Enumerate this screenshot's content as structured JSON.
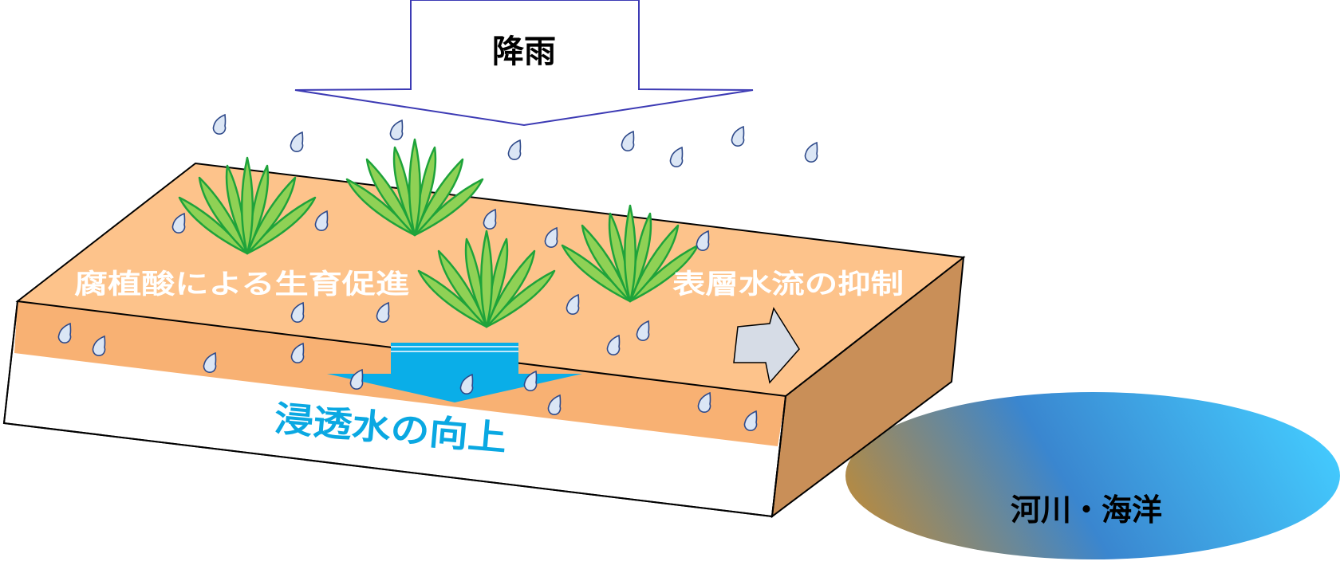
{
  "labels": {
    "rainfall": "降雨",
    "humic_growth": "腐植酸による生育促進",
    "surface_runoff": "表層水流の抑制",
    "infiltration": "浸透水の向上",
    "river_ocean": "河川・海洋"
  },
  "colors": {
    "soil_top": "#fdc38b",
    "soil_front": "#f8b173",
    "soil_side": "#c98f58",
    "subsoil": "#ffffff",
    "plant_fill": "#8fd155",
    "plant_stroke": "#1ea33a",
    "drop_fill": "#dbe6f5",
    "drop_stroke": "#2f4a8a",
    "water_arrow": "#0aaee8",
    "runoff_arrow": "#d6dce6",
    "rain_arrow_stroke": "#3c3ab4",
    "infiltration_text": "#0aa8e2",
    "label_text_light": "#ffffff",
    "label_text_dark": "#000000"
  }
}
